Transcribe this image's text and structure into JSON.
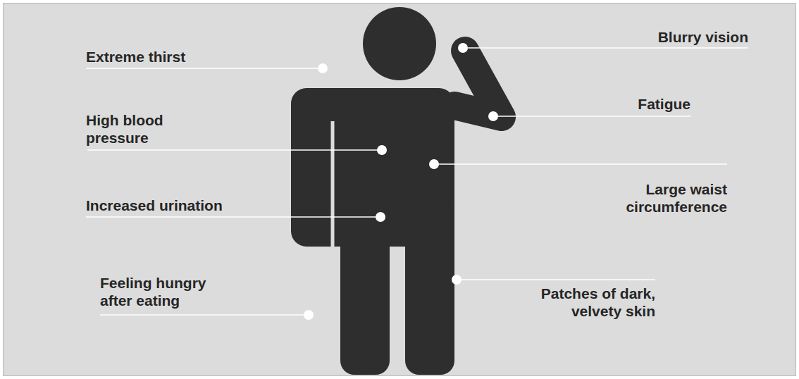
{
  "diagram": {
    "labels": [
      "Extreme thirst",
      "Blurry vision",
      "Fatigue",
      "High blood pressure",
      "Large waist circumference",
      "Increased urination",
      "Feeling hungry after eating",
      "Patches of dark, velvety skin"
    ]
  }
}
